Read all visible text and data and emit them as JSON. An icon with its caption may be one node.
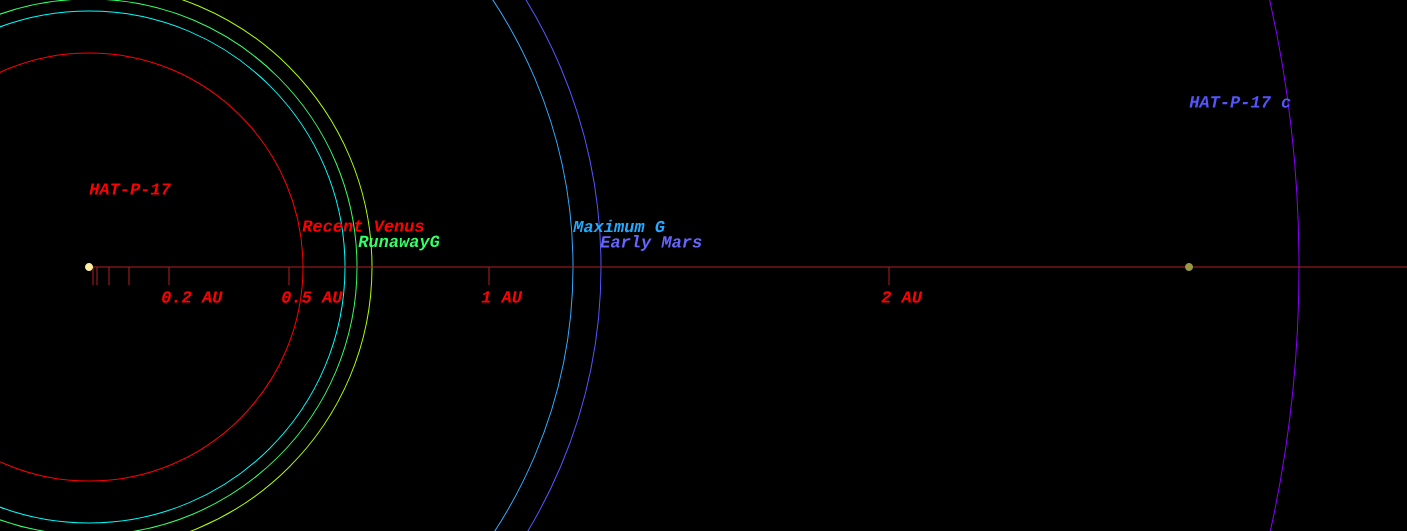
{
  "diagram": {
    "labels": [
      "HAT-P-17",
      "Recent Venus",
      "RunawayG",
      "Maximum G",
      "Early Mars",
      "HAT-P-17 c",
      "0.2 AU",
      "0.5 AU",
      "1 AU",
      "2 AU"
    ]
  }
}
